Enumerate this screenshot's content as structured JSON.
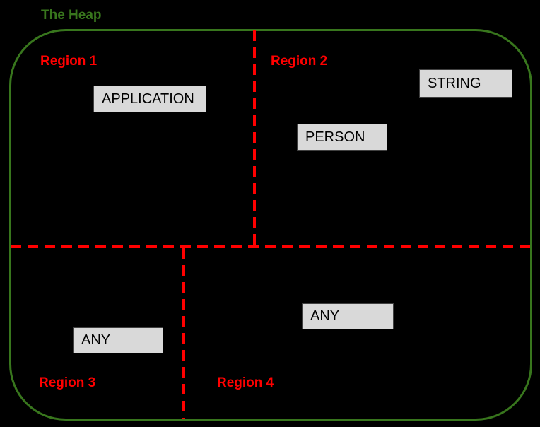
{
  "diagram": {
    "title": "The Heap",
    "regions": [
      {
        "label": "Region 1"
      },
      {
        "label": "Region 2"
      },
      {
        "label": "Region 3"
      },
      {
        "label": "Region 4"
      }
    ],
    "nodes": [
      {
        "label": "APPLICATION",
        "region": "Region 1"
      },
      {
        "label": "STRING",
        "region": "Region 2"
      },
      {
        "label": "PERSON",
        "region": "Region 2"
      },
      {
        "label": "ANY",
        "region": "Region 3"
      },
      {
        "label": "ANY",
        "region": "Region 4"
      }
    ]
  },
  "colors": {
    "background": "#000000",
    "heap_border": "#38761d",
    "heap_title": "#38761d",
    "region_label": "#ff0000",
    "divider": "#ff0000",
    "node_fill": "#d9d9d9",
    "node_border": "#404040",
    "node_text": "#000000"
  }
}
